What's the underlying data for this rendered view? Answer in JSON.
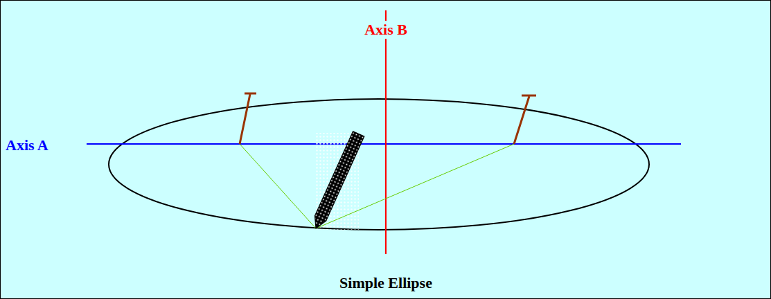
{
  "diagram": {
    "caption": "Simple Ellipse",
    "labels": [
      "Axis A",
      "Axis B"
    ]
  }
}
